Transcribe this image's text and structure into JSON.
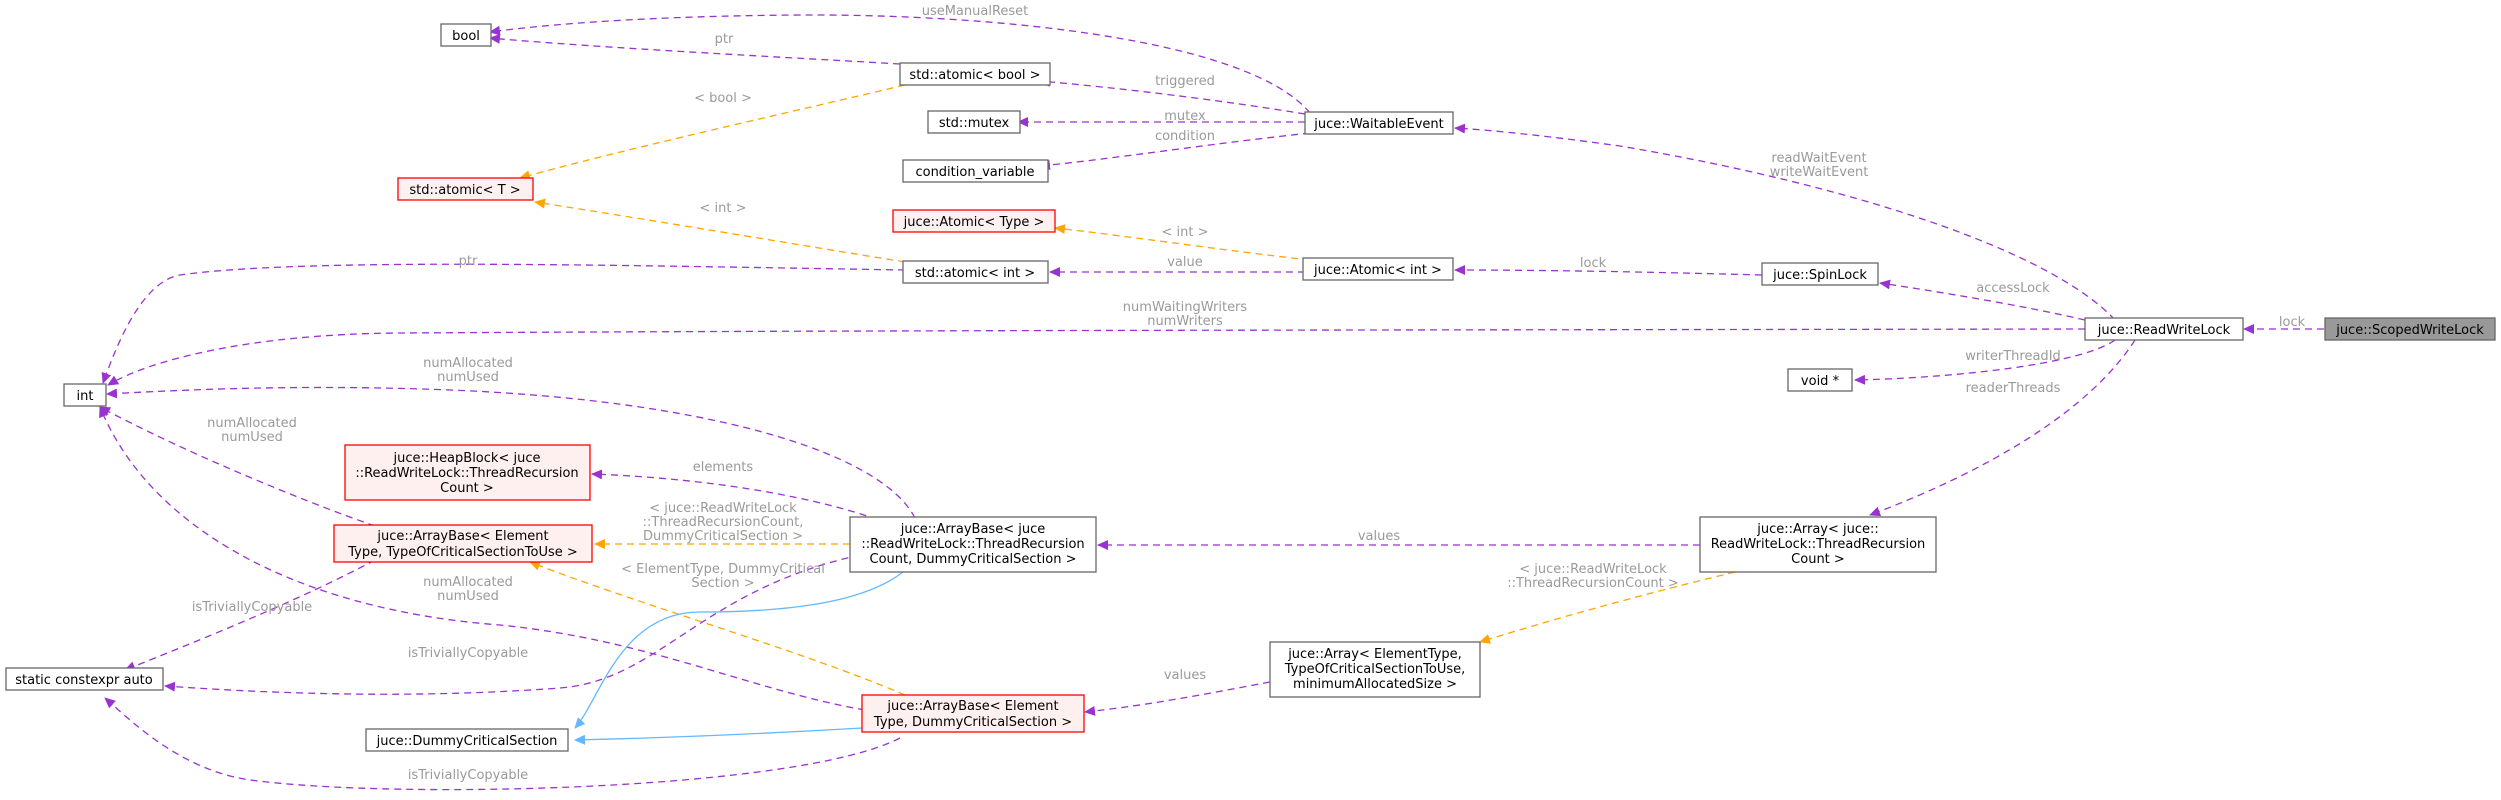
{
  "nodes": {
    "scoped_write_lock": "juce::ScopedWriteLock",
    "read_write_lock": "juce::ReadWriteLock",
    "waitable_event": "juce::WaitableEvent",
    "bool": "bool",
    "atomic_bool": "std::atomic< bool >",
    "mutex": "std::mutex",
    "condition_variable": "condition_variable",
    "atomic_t": "std::atomic< T >",
    "juce_atomic_type": "juce::Atomic< Type >",
    "atomic_int": "std::atomic< int >",
    "juce_atomic_int": "juce::Atomic< int >",
    "spin_lock": "juce::SpinLock",
    "int": "int",
    "void_ptr": "void *",
    "heap_block": [
      "juce::HeapBlock< juce",
      "::ReadWriteLock::ThreadRecursion",
      "Count >"
    ],
    "array_base_elem_tocs": [
      "juce::ArrayBase< Element",
      "Type, TypeOfCriticalSectionToUse >"
    ],
    "array_base_trc": [
      "juce::ArrayBase< juce",
      "::ReadWriteLock::ThreadRecursion",
      "Count, DummyCriticalSection >"
    ],
    "array_trc": [
      "juce::Array< juce::",
      "ReadWriteLock::ThreadRecursion",
      "Count >"
    ],
    "static_constexpr_auto": "static constexpr auto",
    "array_elem": [
      "juce::Array< ElementType,",
      "TypeOfCriticalSectionToUse,",
      "minimumAllocatedSize >"
    ],
    "dummy_cs": "juce::DummyCriticalSection",
    "array_base_elem_dcs": [
      "juce::ArrayBase< Element",
      "Type, DummyCriticalSection >"
    ]
  },
  "edge_labels": {
    "lock": "lock",
    "use_manual_reset": "useManualReset",
    "ptr_bool": "ptr",
    "triggered": "triggered",
    "lt_bool": "< bool >",
    "mutex": "mutex",
    "condition": "condition",
    "read_wait_event": [
      "readWaitEvent",
      "writeWaitEvent"
    ],
    "lt_int_atomic_t": "< int >",
    "lt_int_juce_atomic": "< int >",
    "value": "value",
    "lock_spin": "lock",
    "access_lock": "accessLock",
    "ptr_int": "ptr",
    "num_waiting_writers": [
      "numWaitingWriters",
      "numWriters"
    ],
    "writer_thread_id": "writerThreadId",
    "reader_threads": "readerThreads",
    "num_allocated_top": [
      "numAllocated",
      "numUsed"
    ],
    "num_allocated_left": [
      "numAllocated",
      "numUsed"
    ],
    "elements": "elements",
    "lt_trc": [
      "< juce::ReadWriteLock",
      "::ThreadRecursionCount,",
      "DummyCriticalSection >"
    ],
    "values_trc": "values",
    "lt_elem_dcs": [
      "< ElementType, DummyCritical",
      "Section >"
    ],
    "lt_rwl_trc": [
      "< juce::ReadWriteLock",
      "::ThreadRecursionCount >"
    ],
    "is_trivially_copyable_left": "isTriviallyCopyable",
    "num_allocated_bottom": [
      "numAllocated",
      "numUsed"
    ],
    "is_trivially_copyable_mid": "isTriviallyCopyable",
    "values_elem": "values",
    "is_trivially_copyable_bottom": "isTriviallyCopyable"
  },
  "colors": {
    "usage_edge": "#9a32cd",
    "template_edge": "#ffa500",
    "inheritance_edge": "#63b8ff",
    "template_node_border": "#ff0000",
    "focus_node_fill": "#999999"
  }
}
